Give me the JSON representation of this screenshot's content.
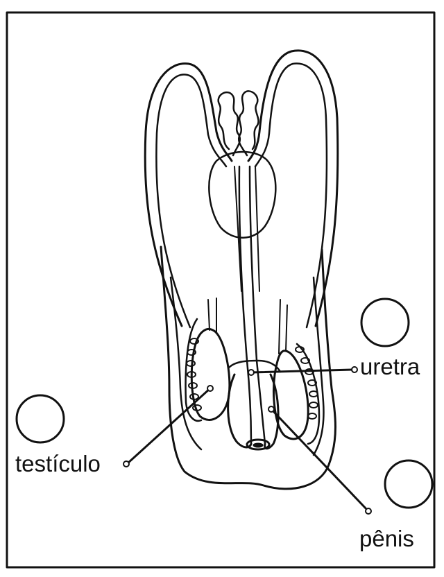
{
  "diagram": {
    "labels": {
      "uretra": "uretra",
      "testiculo": "testículo",
      "penis": "pênis"
    },
    "answer_circles": 3,
    "colors": {
      "ink": "#111111",
      "background": "#ffffff"
    }
  }
}
